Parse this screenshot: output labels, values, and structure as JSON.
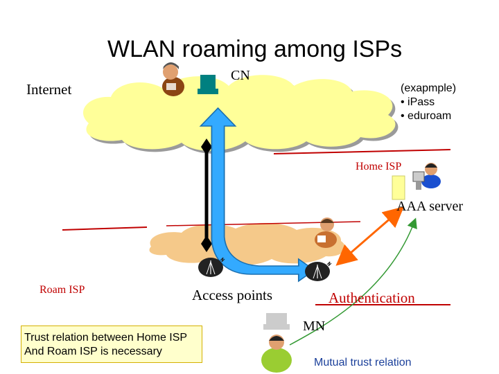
{
  "title": "WLAN roaming among ISPs",
  "labels": {
    "internet": "Internet",
    "cn": "CN",
    "home_isp": "Home ISP",
    "aaa_server": "AAA server",
    "roam_isp": "Roam ISP",
    "access_points": "Access points",
    "authentication": "Authentication",
    "mn": "MN",
    "mutual_trust": "Mutual trust relation"
  },
  "example": {
    "heading": "(exapmple)",
    "items": [
      "• iPass",
      "• eduroam"
    ]
  },
  "note": {
    "line1": "Trust relation between Home ISP",
    "line2": "And Roam ISP is necessary"
  },
  "colors": {
    "cloud": "#ffff99",
    "roam_cloud": "#f5c98a",
    "red_line": "#c00000",
    "path_arrow": "#33aaff",
    "auth_arrow": "#ff6600",
    "trust_arrow": "#339933",
    "terminal": "#008080"
  }
}
